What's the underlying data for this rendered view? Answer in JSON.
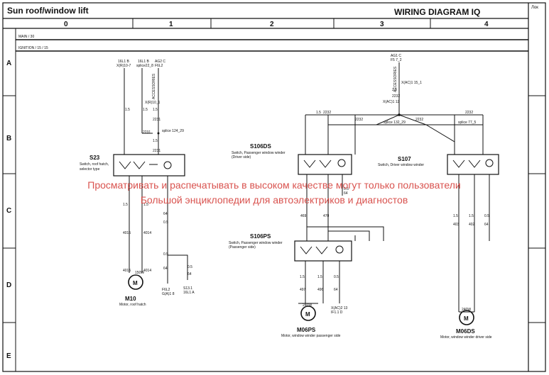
{
  "header": {
    "left_title": "Sun roof/window lift",
    "right_title": "WIRING DIAGRAM  IQ",
    "corner": "Лок"
  },
  "columns": [
    "0",
    "1",
    "2",
    "3",
    "4"
  ],
  "rows": [
    "A",
    "B",
    "C",
    "D",
    "E"
  ],
  "rails": {
    "main": "MAIN / 30",
    "ignition": "IGNITION / 15 / 15"
  },
  "components": {
    "s23": {
      "code": "S23",
      "desc1": "Switch, roof hatch,",
      "desc2": "selector type"
    },
    "s106ds": {
      "code": "S106DS",
      "desc1": "Switch, Passenger window winder",
      "desc2": "(Driver side)"
    },
    "s107": {
      "code": "S107",
      "desc1": "Switch, Driver window winder"
    },
    "s106ps": {
      "code": "S106PS",
      "desc1": "Switch, Passenger window winder",
      "desc2": "(Passenger side)"
    },
    "m10": {
      "code": "M10",
      "desc": "Motor, roof hatch",
      "power": "150W",
      "symbol": "M"
    },
    "m06ps": {
      "code": "M06PS",
      "desc": "Motor, window winder passenger side",
      "power": "240W",
      "symbol": "M"
    },
    "m06ds": {
      "code": "M06DS",
      "desc": "Motor, window winder driver side",
      "power": "240W",
      "symbol": "M"
    }
  },
  "labels": {
    "top_a1": "16L1 B",
    "top_a1b": "X(R)10-7",
    "top_a2": "16L1 B",
    "top_a2b": "splice22_8",
    "top_a3": "AG2 C",
    "top_a3b": "F6L2",
    "accessories": "ACCESSORIES",
    "top_b": "AG1 C",
    "top_b2": "F5 7_2",
    "accessories2": "ACCESSORIES",
    "x_left": "X(R)10_1",
    "w_15": "1.5",
    "w_25": "2.5",
    "w_05": "0.5",
    "w_2231": "2231",
    "w_2232": "2232",
    "w_4015": "4015",
    "w_4014": "4014",
    "w_64": "64",
    "w_469": "469",
    "w_470": "470",
    "w_497": "497",
    "w_496": "496",
    "w_403": "403",
    "w_402": "402",
    "splice1": "splice 124_29",
    "splice2": "splice 132_29",
    "splice3": "splice 77_5",
    "xac1": "X(AC)1 15_1",
    "xac2": "X(AC)1 12",
    "gnd1": "F6L2",
    "gnd1b": "G(A)1 8",
    "gnd2": "S13.1",
    "gnd2b": "16L1 A",
    "gnd3": "X(AC)2 13",
    "gnd3b": "IF1.1 D"
  },
  "watermark": {
    "line1": "Просматривать и распечатывать в высоком качестве могут только пользователи",
    "line2": "Большой энциклопедии для автоэлектриков и диагностов"
  }
}
